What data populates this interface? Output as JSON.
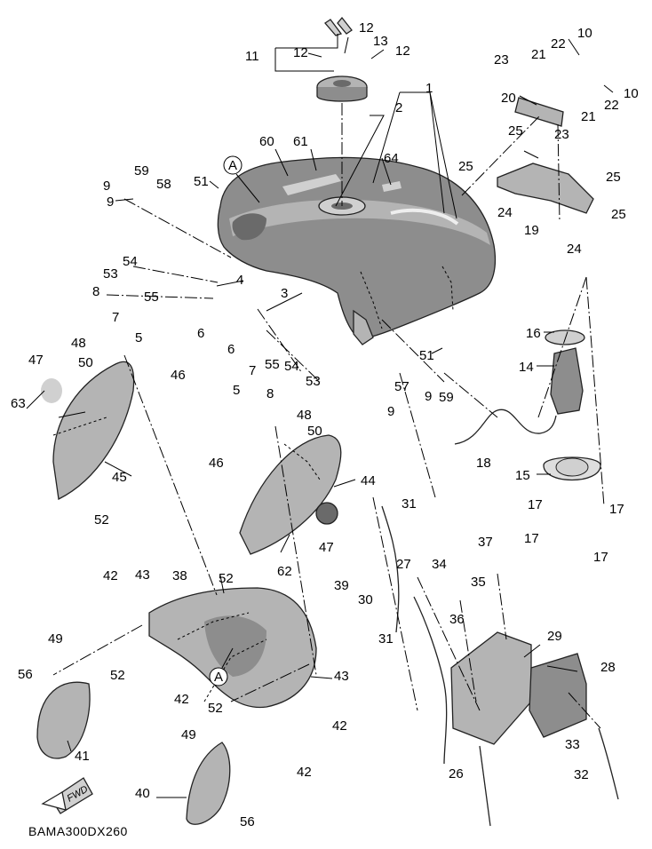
{
  "diagram": {
    "code": "BAMA300DX260",
    "fwd_label": "FWD",
    "ref_mark": "A",
    "callouts": [
      {
        "id": "c1",
        "text": "1"
      },
      {
        "id": "c2",
        "text": "2"
      },
      {
        "id": "c3",
        "text": "3"
      },
      {
        "id": "c4",
        "text": "4"
      },
      {
        "id": "c5a",
        "text": "5"
      },
      {
        "id": "c5b",
        "text": "5"
      },
      {
        "id": "c6a",
        "text": "6"
      },
      {
        "id": "c6b",
        "text": "6"
      },
      {
        "id": "c7a",
        "text": "7"
      },
      {
        "id": "c7b",
        "text": "7"
      },
      {
        "id": "c8a",
        "text": "8"
      },
      {
        "id": "c8b",
        "text": "8"
      },
      {
        "id": "c9a",
        "text": "9"
      },
      {
        "id": "c9b",
        "text": "9"
      },
      {
        "id": "c9c",
        "text": "9"
      },
      {
        "id": "c9d",
        "text": "9"
      },
      {
        "id": "c10a",
        "text": "10"
      },
      {
        "id": "c10b",
        "text": "10"
      },
      {
        "id": "c11",
        "text": "11"
      },
      {
        "id": "c12a",
        "text": "12"
      },
      {
        "id": "c12b",
        "text": "12"
      },
      {
        "id": "c12c",
        "text": "12"
      },
      {
        "id": "c13",
        "text": "13"
      },
      {
        "id": "c14",
        "text": "14"
      },
      {
        "id": "c15",
        "text": "15"
      },
      {
        "id": "c16",
        "text": "16"
      },
      {
        "id": "c17a",
        "text": "17"
      },
      {
        "id": "c17b",
        "text": "17"
      },
      {
        "id": "c17c",
        "text": "17"
      },
      {
        "id": "c17d",
        "text": "17"
      },
      {
        "id": "c18",
        "text": "18"
      },
      {
        "id": "c19",
        "text": "19"
      },
      {
        "id": "c20",
        "text": "20"
      },
      {
        "id": "c21a",
        "text": "21"
      },
      {
        "id": "c21b",
        "text": "21"
      },
      {
        "id": "c22a",
        "text": "22"
      },
      {
        "id": "c22b",
        "text": "22"
      },
      {
        "id": "c23a",
        "text": "23"
      },
      {
        "id": "c23b",
        "text": "23"
      },
      {
        "id": "c24a",
        "text": "24"
      },
      {
        "id": "c24b",
        "text": "24"
      },
      {
        "id": "c25a",
        "text": "25"
      },
      {
        "id": "c25b",
        "text": "25"
      },
      {
        "id": "c25c",
        "text": "25"
      },
      {
        "id": "c25d",
        "text": "25"
      },
      {
        "id": "c26",
        "text": "26"
      },
      {
        "id": "c27",
        "text": "27"
      },
      {
        "id": "c28",
        "text": "28"
      },
      {
        "id": "c29",
        "text": "29"
      },
      {
        "id": "c30",
        "text": "30"
      },
      {
        "id": "c31a",
        "text": "31"
      },
      {
        "id": "c31b",
        "text": "31"
      },
      {
        "id": "c32",
        "text": "32"
      },
      {
        "id": "c33",
        "text": "33"
      },
      {
        "id": "c34",
        "text": "34"
      },
      {
        "id": "c35",
        "text": "35"
      },
      {
        "id": "c36",
        "text": "36"
      },
      {
        "id": "c37",
        "text": "37"
      },
      {
        "id": "c38",
        "text": "38"
      },
      {
        "id": "c39",
        "text": "39"
      },
      {
        "id": "c40",
        "text": "40"
      },
      {
        "id": "c41",
        "text": "41"
      },
      {
        "id": "c42a",
        "text": "42"
      },
      {
        "id": "c42b",
        "text": "42"
      },
      {
        "id": "c42c",
        "text": "42"
      },
      {
        "id": "c42d",
        "text": "42"
      },
      {
        "id": "c43a",
        "text": "43"
      },
      {
        "id": "c43b",
        "text": "43"
      },
      {
        "id": "c44",
        "text": "44"
      },
      {
        "id": "c45",
        "text": "45"
      },
      {
        "id": "c46a",
        "text": "46"
      },
      {
        "id": "c46b",
        "text": "46"
      },
      {
        "id": "c47a",
        "text": "47"
      },
      {
        "id": "c47b",
        "text": "47"
      },
      {
        "id": "c48a",
        "text": "48"
      },
      {
        "id": "c48b",
        "text": "48"
      },
      {
        "id": "c49a",
        "text": "49"
      },
      {
        "id": "c49b",
        "text": "49"
      },
      {
        "id": "c50a",
        "text": "50"
      },
      {
        "id": "c50b",
        "text": "50"
      },
      {
        "id": "c51a",
        "text": "51"
      },
      {
        "id": "c51b",
        "text": "51"
      },
      {
        "id": "c52a",
        "text": "52"
      },
      {
        "id": "c52b",
        "text": "52"
      },
      {
        "id": "c52c",
        "text": "52"
      },
      {
        "id": "c52d",
        "text": "52"
      },
      {
        "id": "c53a",
        "text": "53"
      },
      {
        "id": "c53b",
        "text": "53"
      },
      {
        "id": "c54a",
        "text": "54"
      },
      {
        "id": "c54b",
        "text": "54"
      },
      {
        "id": "c55a",
        "text": "55"
      },
      {
        "id": "c55b",
        "text": "55"
      },
      {
        "id": "c56a",
        "text": "56"
      },
      {
        "id": "c56b",
        "text": "56"
      },
      {
        "id": "c57",
        "text": "57"
      },
      {
        "id": "c58",
        "text": "58"
      },
      {
        "id": "c59a",
        "text": "59"
      },
      {
        "id": "c59b",
        "text": "59"
      },
      {
        "id": "c60",
        "text": "60"
      },
      {
        "id": "c61",
        "text": "61"
      },
      {
        "id": "c62",
        "text": "62"
      },
      {
        "id": "c63",
        "text": "63"
      },
      {
        "id": "c64",
        "text": "64"
      }
    ]
  }
}
